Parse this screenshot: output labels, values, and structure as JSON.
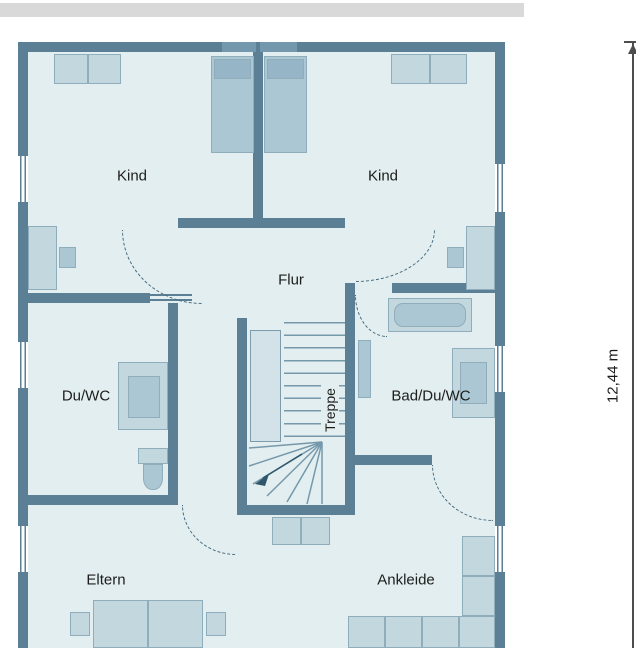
{
  "floorplan": {
    "rooms": [
      {
        "id": "kind-left",
        "label": "Kind"
      },
      {
        "id": "kind-right",
        "label": "Kind"
      },
      {
        "id": "flur",
        "label": "Flur"
      },
      {
        "id": "du-wc",
        "label": "Du/WC"
      },
      {
        "id": "treppe",
        "label": "Treppe"
      },
      {
        "id": "bad-du-wc",
        "label": "Bad/Du/WC"
      },
      {
        "id": "eltern",
        "label": "Eltern"
      },
      {
        "id": "ankleide",
        "label": "Ankleide"
      }
    ],
    "dimension": {
      "height_label": "12,44 m"
    },
    "colors": {
      "wall": "#5b7f95",
      "floor": "#e2eeef",
      "furniture": "#c3d7de",
      "furniture_dark": "#abc7d3",
      "top_bar": "#d9d9d9",
      "dimension_line": "#4d4d4d"
    }
  }
}
